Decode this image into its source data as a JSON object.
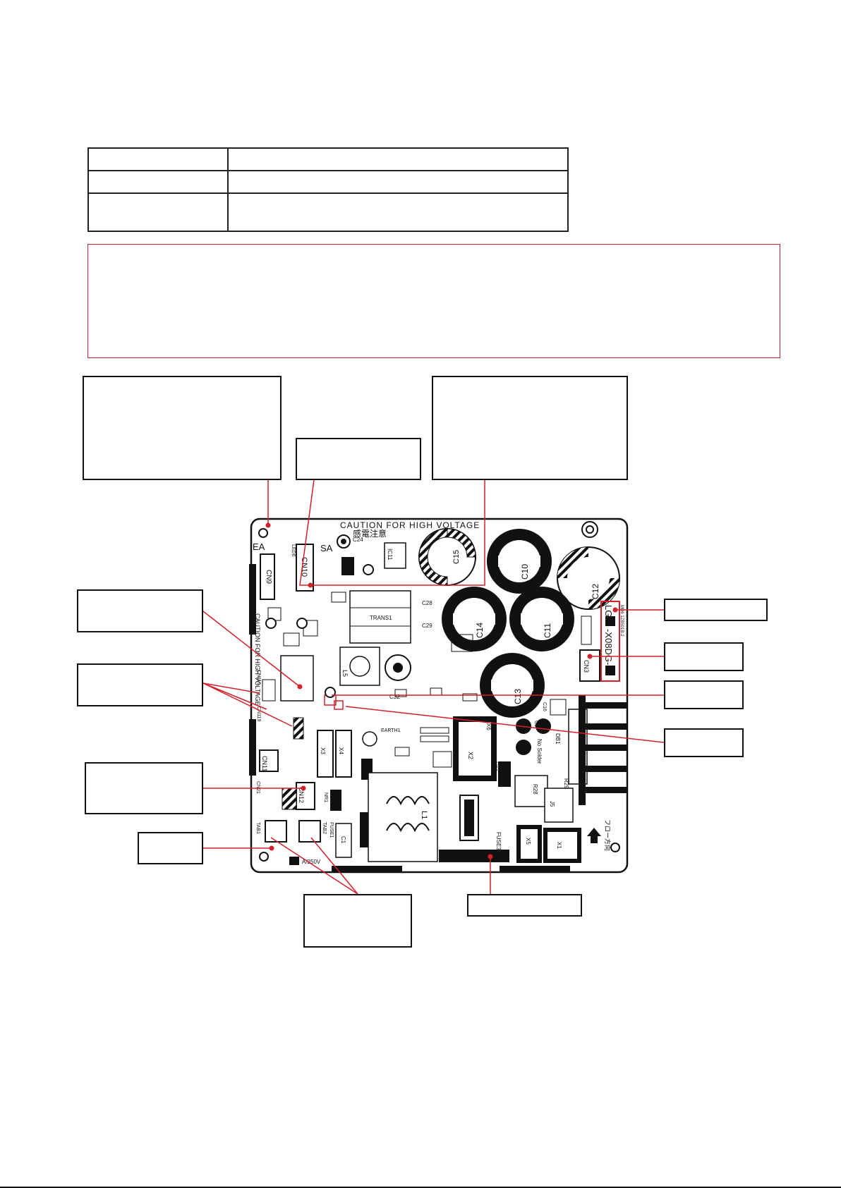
{
  "board": {
    "caution_text": "CAUTION FOR HIGH VOLTAGE",
    "caution_jp": "感電注意",
    "side_caution_text": "CAUTION FOR HIGH VOLTAGE",
    "part_number": "-X08DG-P",
    "maker_mark": "LG",
    "model_code": "MD6 1ZB501B-2",
    "voltage_rating": "A/250V",
    "flow_text": "フロー方向",
    "labels": {
      "ea": "EA",
      "sa": "SA",
      "cn9": "CN9",
      "cn10": "CN10",
      "cn3": "CN3",
      "cn11": "CN11",
      "cn12": "CN12",
      "cn21": "CN21",
      "cn116": "CN116",
      "cn119": "CN119",
      "c10": "C10",
      "c11": "C11",
      "c12": "C12",
      "c13": "C13",
      "c14": "C14",
      "c15": "C15",
      "c24": "C24",
      "c28": "C28",
      "c29": "C29",
      "c32": "C32",
      "c16": "C16",
      "c17": "C17",
      "trans1": "TRANS1",
      "l1": "L1",
      "l5": "L5",
      "db1": "DB1",
      "ic11": "IC11",
      "fuse1": "FUSE1",
      "fuse3": "FUSE3",
      "tab1": "TAB1",
      "tab2": "TAB2",
      "x1": "X1",
      "x2": "X2",
      "x3": "X3",
      "x4": "X4",
      "x5": "X5",
      "x6": "X6",
      "r28": "R28",
      "r29": "R29",
      "j5": "J5",
      "nr5": "NR5",
      "nr1": "NR1",
      "nr3": "NR3",
      "earth": "EARTH1",
      "no_solder": "No Solder",
      "led6": "LED6",
      "c1": "C1"
    }
  }
}
